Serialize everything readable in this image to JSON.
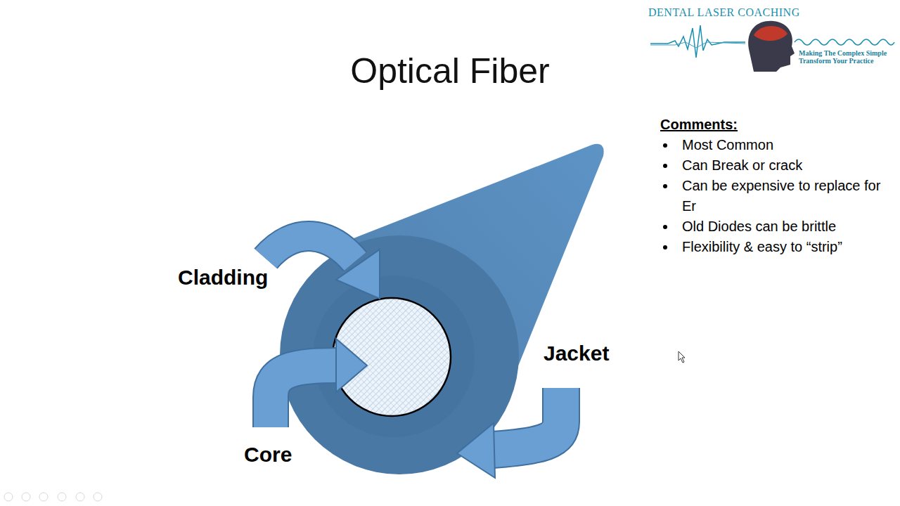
{
  "diagram": {
    "title": "Optical Fiber",
    "labels": [
      "Cladding",
      "Core",
      "Jacket",
      "Comments:",
      "Most Common",
      "Can Break or crack",
      "Can be expensive to replace for Er",
      "Old Diodes can be brittle",
      "Flexibility & easy to “strip”",
      "DENTAL LASER COACHING",
      "Making The Complex Simple",
      "Transform Your Practice"
    ]
  }
}
